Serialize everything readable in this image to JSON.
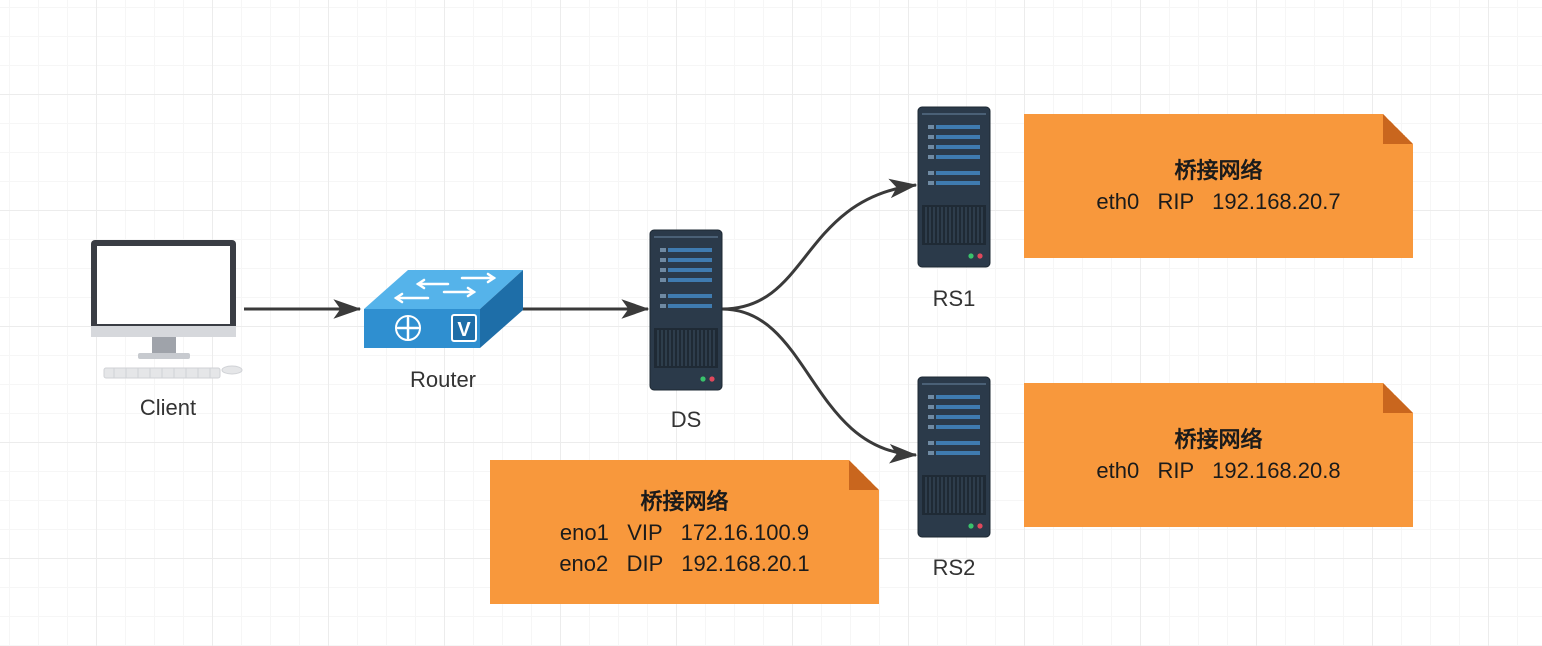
{
  "nodes": {
    "client": {
      "label": "Client",
      "icon": "desktop-computer-icon"
    },
    "router": {
      "label": "Router",
      "icon": "router-switch-icon",
      "badge": "V"
    },
    "ds": {
      "label": "DS",
      "icon": "server-icon"
    },
    "rs1": {
      "label": "RS1",
      "icon": "server-icon"
    },
    "rs2": {
      "label": "RS2",
      "icon": "server-icon"
    }
  },
  "notes": {
    "ds": {
      "title": "桥接网络",
      "lines": [
        "eno1   VIP   172.16.100.9",
        "eno2   DIP   192.168.20.1"
      ]
    },
    "rs1": {
      "title": "桥接网络",
      "lines": [
        "eth0   RIP   192.168.20.7"
      ]
    },
    "rs2": {
      "title": "桥接网络",
      "lines": [
        "eth0   RIP   192.168.20.8"
      ]
    }
  },
  "edges": [
    {
      "from": "client",
      "to": "router"
    },
    {
      "from": "router",
      "to": "ds"
    },
    {
      "from": "ds",
      "to": "rs1"
    },
    {
      "from": "ds",
      "to": "rs2"
    }
  ],
  "colors": {
    "note_fill": "#f8983c",
    "note_fold": "#c9661e",
    "edge": "#3a3a3a",
    "server_body": "#2b3a4a",
    "router_blue": "#2f8fd0"
  }
}
